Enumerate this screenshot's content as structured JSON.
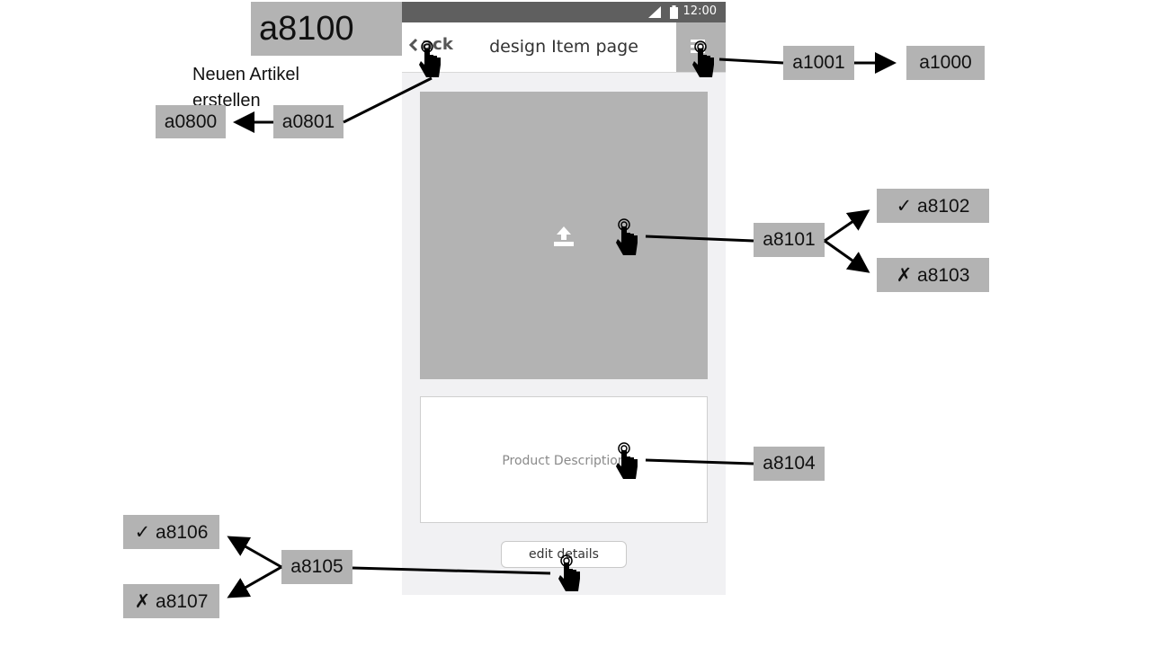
{
  "screen_id": "a8100",
  "note": "Neuen Artikel erstellen",
  "phone": {
    "status_time": "12:00",
    "back_label": "ack",
    "page_title": "design Item page",
    "description_placeholder": "Product Description",
    "edit_button_label": "edit details"
  },
  "labels": {
    "a1001": "a1001",
    "a1000": "a1000",
    "a0801": "a0801",
    "a0800": "a0800",
    "a8101": "a8101",
    "a8102": "✓ a8102",
    "a8103": "✗ a8103",
    "a8104": "a8104",
    "a8105": "a8105",
    "a8106": "✓ a8106",
    "a8107": "✗ a8107"
  },
  "colors": {
    "label_bg": "#b3b3b3",
    "status_bar": "#5f5f5f",
    "phone_bg": "#f1f1f3"
  },
  "icons": [
    "signal-icon",
    "battery-icon",
    "chevron-left-icon",
    "hamburger-menu-icon",
    "upload-icon",
    "tap-hand-icon"
  ]
}
